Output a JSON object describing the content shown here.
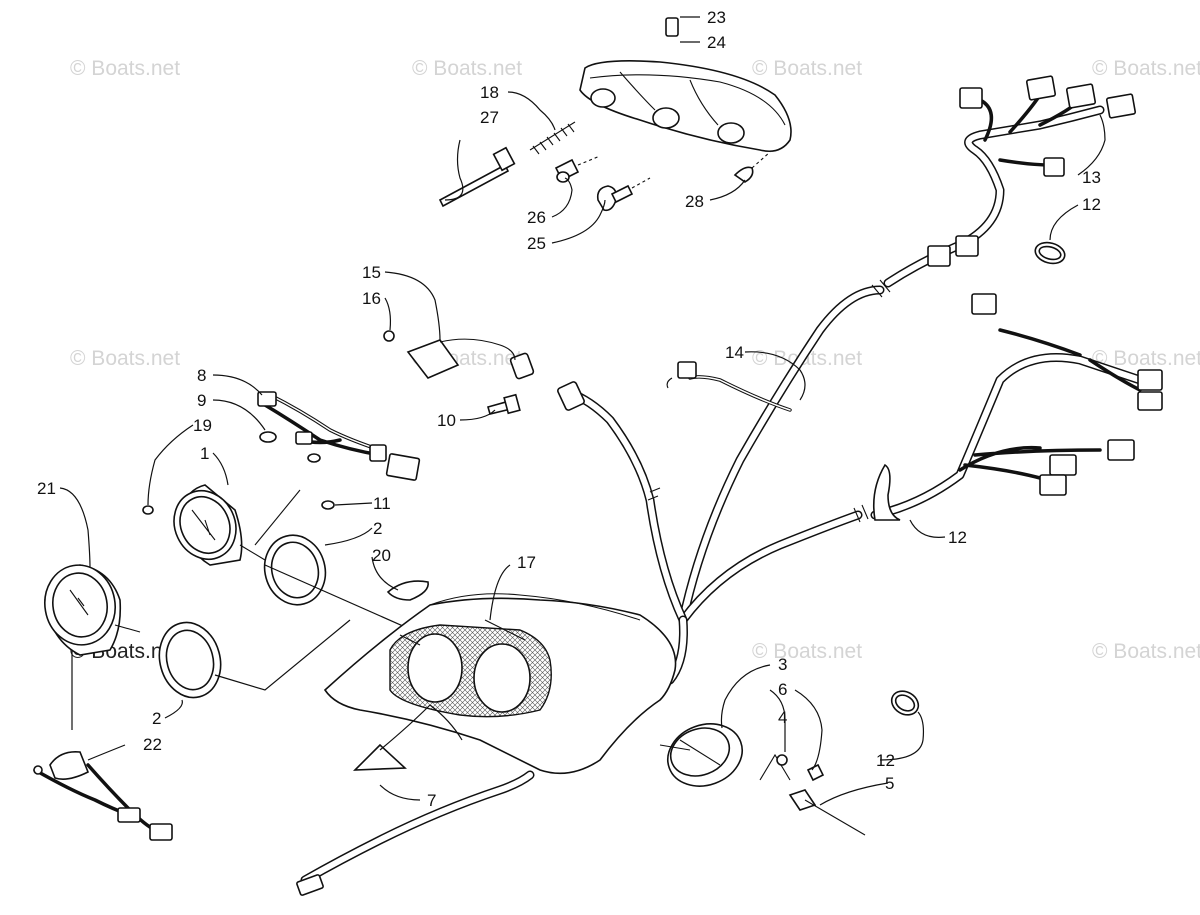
{
  "watermark": "© Boats.net",
  "callouts": [
    "1",
    "2",
    "3",
    "4",
    "5",
    "6",
    "7",
    "8",
    "9",
    "10",
    "11",
    "12",
    "13",
    "14",
    "15",
    "16",
    "17",
    "18",
    "19",
    "20",
    "21",
    "22",
    "23",
    "24",
    "25",
    "26",
    "27",
    "28"
  ]
}
